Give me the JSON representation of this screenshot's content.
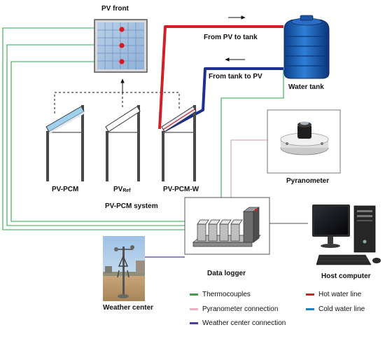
{
  "labels": {
    "pv_front": "PV front",
    "from_pv_to_tank": "From PV to tank",
    "from_tank_to_pv": "From tank to PV",
    "water_tank": "Water tank",
    "pv_pcm": "PV-PCM",
    "pv_ref_main": "PV",
    "pv_ref_sub": "Ref",
    "pv_pcm_w": "PV-PCM-W",
    "pv_pcm_system": "PV-PCM system",
    "pyranometer": "Pyranometer",
    "data_logger": "Data logger",
    "host_computer": "Host computer",
    "weather_center": "Weather center"
  },
  "legend": [
    {
      "label": "Thermocouples",
      "color": "#2eaa4a"
    },
    {
      "label": "Pyranometer connection",
      "color": "#e6b4c0"
    },
    {
      "label": "Weather center connection",
      "color": "#4a3f9a"
    },
    {
      "label": "Hot water line",
      "color": "#d0202a"
    },
    {
      "label": "Cold water line",
      "color": "#1f7fc0"
    }
  ],
  "colors": {
    "thermocouple": "#2eaa4a",
    "pyranometer": "#c8a0b0",
    "weather": "#4a3f9a",
    "hot": "#d0202a",
    "cold": "#1f2f8f",
    "tank": "#1c5db0"
  }
}
